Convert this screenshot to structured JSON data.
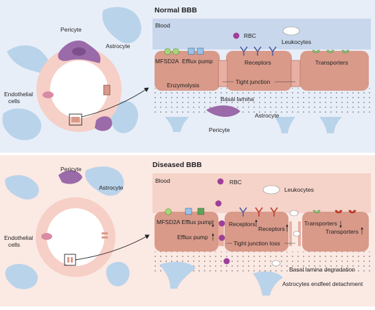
{
  "top": {
    "title": "Normal BBB",
    "blood": "Blood",
    "rbc": "RBC",
    "leukocytes": "Leukocytes",
    "pericyte_left": "Pericyte",
    "astrocyte_left": "Astrocyte",
    "endothelial": [
      "Endothelial",
      "cells"
    ],
    "mfsd2a": "MFSD2A",
    "efflux": "Efflux pump",
    "receptors": "Receptors",
    "transporters": "Transporters",
    "enzymolysis": "Enzymolysis",
    "tight_junction": "Tight junction",
    "basal_lamina": "Basal lamina",
    "pericyte": "Pericyte",
    "astrocyte": "Astrocyte"
  },
  "bottom": {
    "title": "Diseased BBB",
    "blood": "Blood",
    "rbc": "RBC",
    "leukocytes": "Leukocytes",
    "pericyte_left": "Pericyte",
    "astrocyte_left": "Astrocyte",
    "endothelial": [
      "Endothelial",
      "cells"
    ],
    "mfsd2a_efflux": "MFSD2A Efflux pump",
    "efflux": "Efflux pump",
    "receptors_1": "Receptors",
    "receptors_2": "Receptors",
    "transporters_1": "Transporters",
    "transporters_2": "Transporters",
    "tight_junction_loss": "Tight junction loss",
    "basal_lamina_degradation": "Basal lamina degradation",
    "astrocyte_detachment": "Astrocytes endfeet detachment"
  },
  "colors": {
    "top_background": "#e8eef8",
    "bottom_background": "#fbe9e4",
    "blood_top": "#c9d7ec",
    "blood_bottom": "#f5d3c9",
    "endothelial_cell": "#d99a8a",
    "pericyte": "#9b6aa8",
    "astrocyte": "#b9d3ea",
    "rbc": "#9e3f9a",
    "receptor_normal": "#4d5fa0",
    "receptor_diseased": "#c0392b"
  }
}
